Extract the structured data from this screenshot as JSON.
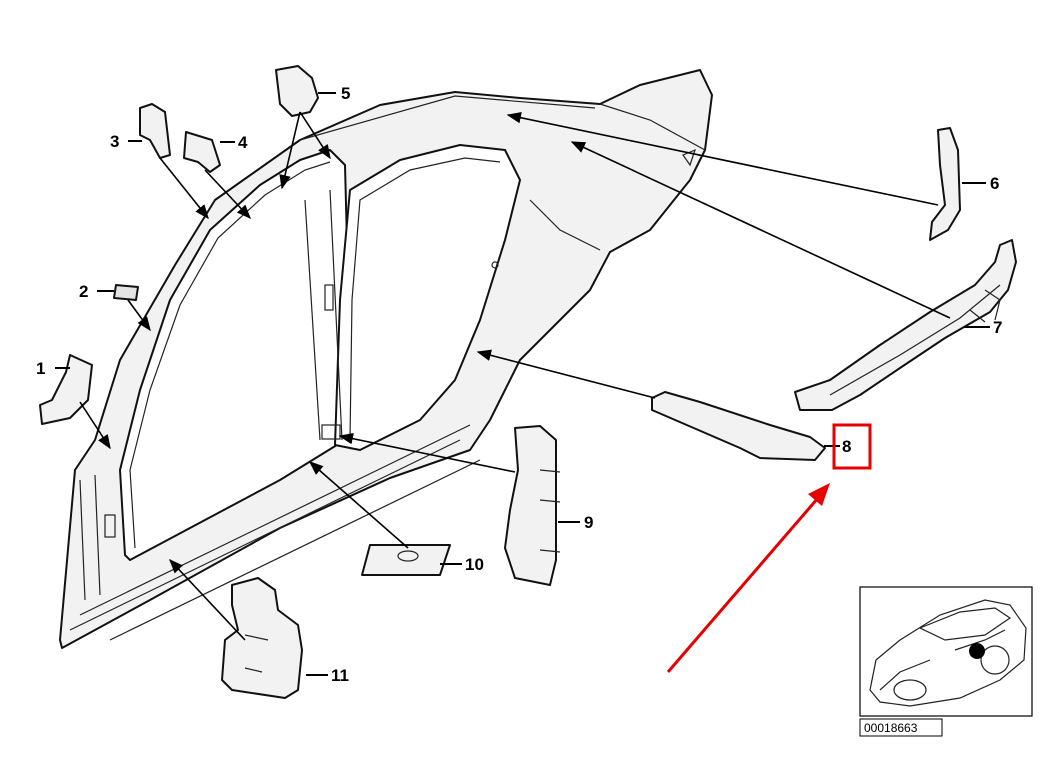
{
  "callouts": [
    {
      "number": "1"
    },
    {
      "number": "2"
    },
    {
      "number": "3"
    },
    {
      "number": "4"
    },
    {
      "number": "5"
    },
    {
      "number": "6"
    },
    {
      "number": "7"
    },
    {
      "number": "8"
    },
    {
      "number": "9"
    },
    {
      "number": "10"
    },
    {
      "number": "11"
    }
  ],
  "highlight": {
    "target": "8",
    "color": "#e60000"
  },
  "inset": {
    "code": "00018663"
  }
}
